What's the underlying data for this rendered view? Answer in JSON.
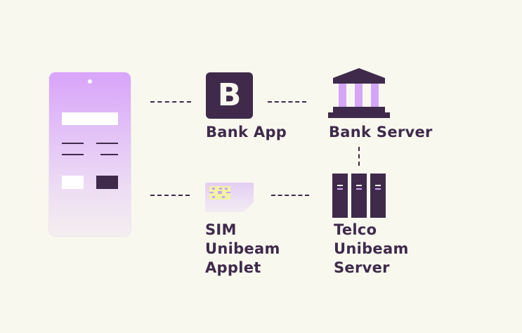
{
  "nodes": {
    "bank_app": {
      "label": "Bank App",
      "icon_letter": "B"
    },
    "bank_server": {
      "label": "Bank Server"
    },
    "sim_applet": {
      "lines": [
        "SIM",
        "Unibeam",
        "Applet"
      ]
    },
    "telco_server": {
      "lines": [
        "Telco",
        "Unibeam",
        "Server"
      ]
    }
  },
  "colors": {
    "dark": "#3f2a4b",
    "accent": "#d8a4fa",
    "background": "#f8f8ef",
    "chip": "#f2f2a6"
  }
}
